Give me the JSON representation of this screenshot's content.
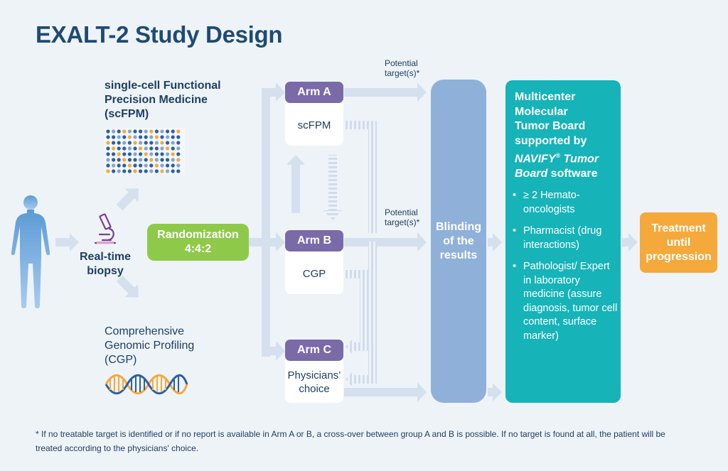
{
  "title": "EXALT-2 Study Design",
  "scfpm": {
    "line1": "single-cell Functional",
    "line2": "Precision Medicine",
    "line3": "(scFPM)"
  },
  "cgp": {
    "line1": "Comprehensive",
    "line2": "Genomic Profiling",
    "line3": "(CGP)"
  },
  "biopsy": {
    "line1": "Real-time",
    "line2": "biopsy"
  },
  "randomization": {
    "line1": "Randomization",
    "line2": "4:4:2"
  },
  "arms": [
    {
      "header": "Arm A",
      "body": "scFPM"
    },
    {
      "header": "Arm B",
      "body": "CGP"
    },
    {
      "header": "Arm C",
      "body_line1": "Physicians’",
      "body_line2": "choice"
    }
  ],
  "potential_target": {
    "line1": "Potential",
    "line2": "target(s)*"
  },
  "blinding": {
    "line1": "Blinding",
    "line2": "of the",
    "line3": "results"
  },
  "board": {
    "title_l1": "Multicenter",
    "title_l2": "Molecular",
    "title_l3": "Tumor Board",
    "title_l4": "supported by",
    "title_italic1": "NAVIFY",
    "title_reg": "®",
    "title_italic2": " Tumor",
    "title_italic3": "Board",
    "title_tail": " software",
    "items": [
      "≥ 2 Hemato-oncologists",
      "Pharmacist (drug interactions)",
      "Pathologist/ Expert in laboratory medicine (assure diagnosis, tumor cell content, surface marker)"
    ]
  },
  "treatment": {
    "line1": "Treatment",
    "line2": "until",
    "line3": "progression"
  },
  "footnote": {
    "line1": "* If no treatable target is identified or if no report is available in Arm A or B, a cross-over between group A and B is possible. If no target is found at all, the patient will be",
    "line2": "treated according to the physicians' choice."
  },
  "colors": {
    "background": "#eef3f8",
    "title": "#1f4a73",
    "randomization": "#8fc94a",
    "arm_header": "#7a6aa8",
    "blinding": "#8fb0d9",
    "board": "#16b3b8",
    "treatment": "#f5a93a",
    "arrow": "#d4e0ee",
    "human": "#6fa8dc",
    "dna_orange": "#f5a93a",
    "dna_blue": "#2b5fa3"
  },
  "icons": [
    "human-figure-icon",
    "microscope-icon",
    "well-plate-icon",
    "dna-helix-icon"
  ]
}
